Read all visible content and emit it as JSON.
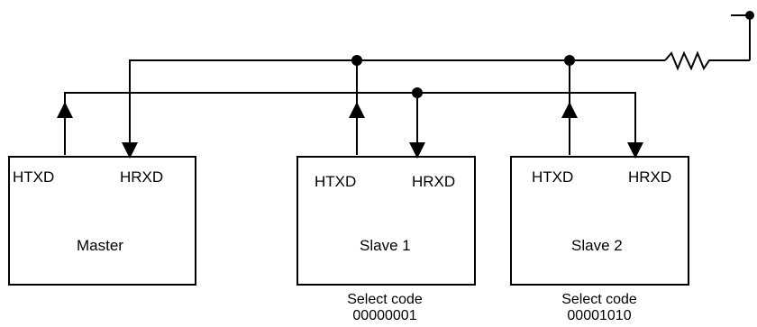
{
  "nodes": {
    "master": {
      "name": "Master",
      "pin_tx": "HTXD",
      "pin_rx": "HRXD"
    },
    "slave1": {
      "name": "Slave 1",
      "pin_tx": "HTXD",
      "pin_rx": "HRXD",
      "select_label": "Select code",
      "select_value": "00000001"
    },
    "slave2": {
      "name": "Slave 2",
      "pin_tx": "HTXD",
      "pin_rx": "HRXD",
      "select_label": "Select code",
      "select_value": "00001010"
    }
  },
  "colors": {
    "line": "#000000",
    "background": "#ffffff"
  }
}
